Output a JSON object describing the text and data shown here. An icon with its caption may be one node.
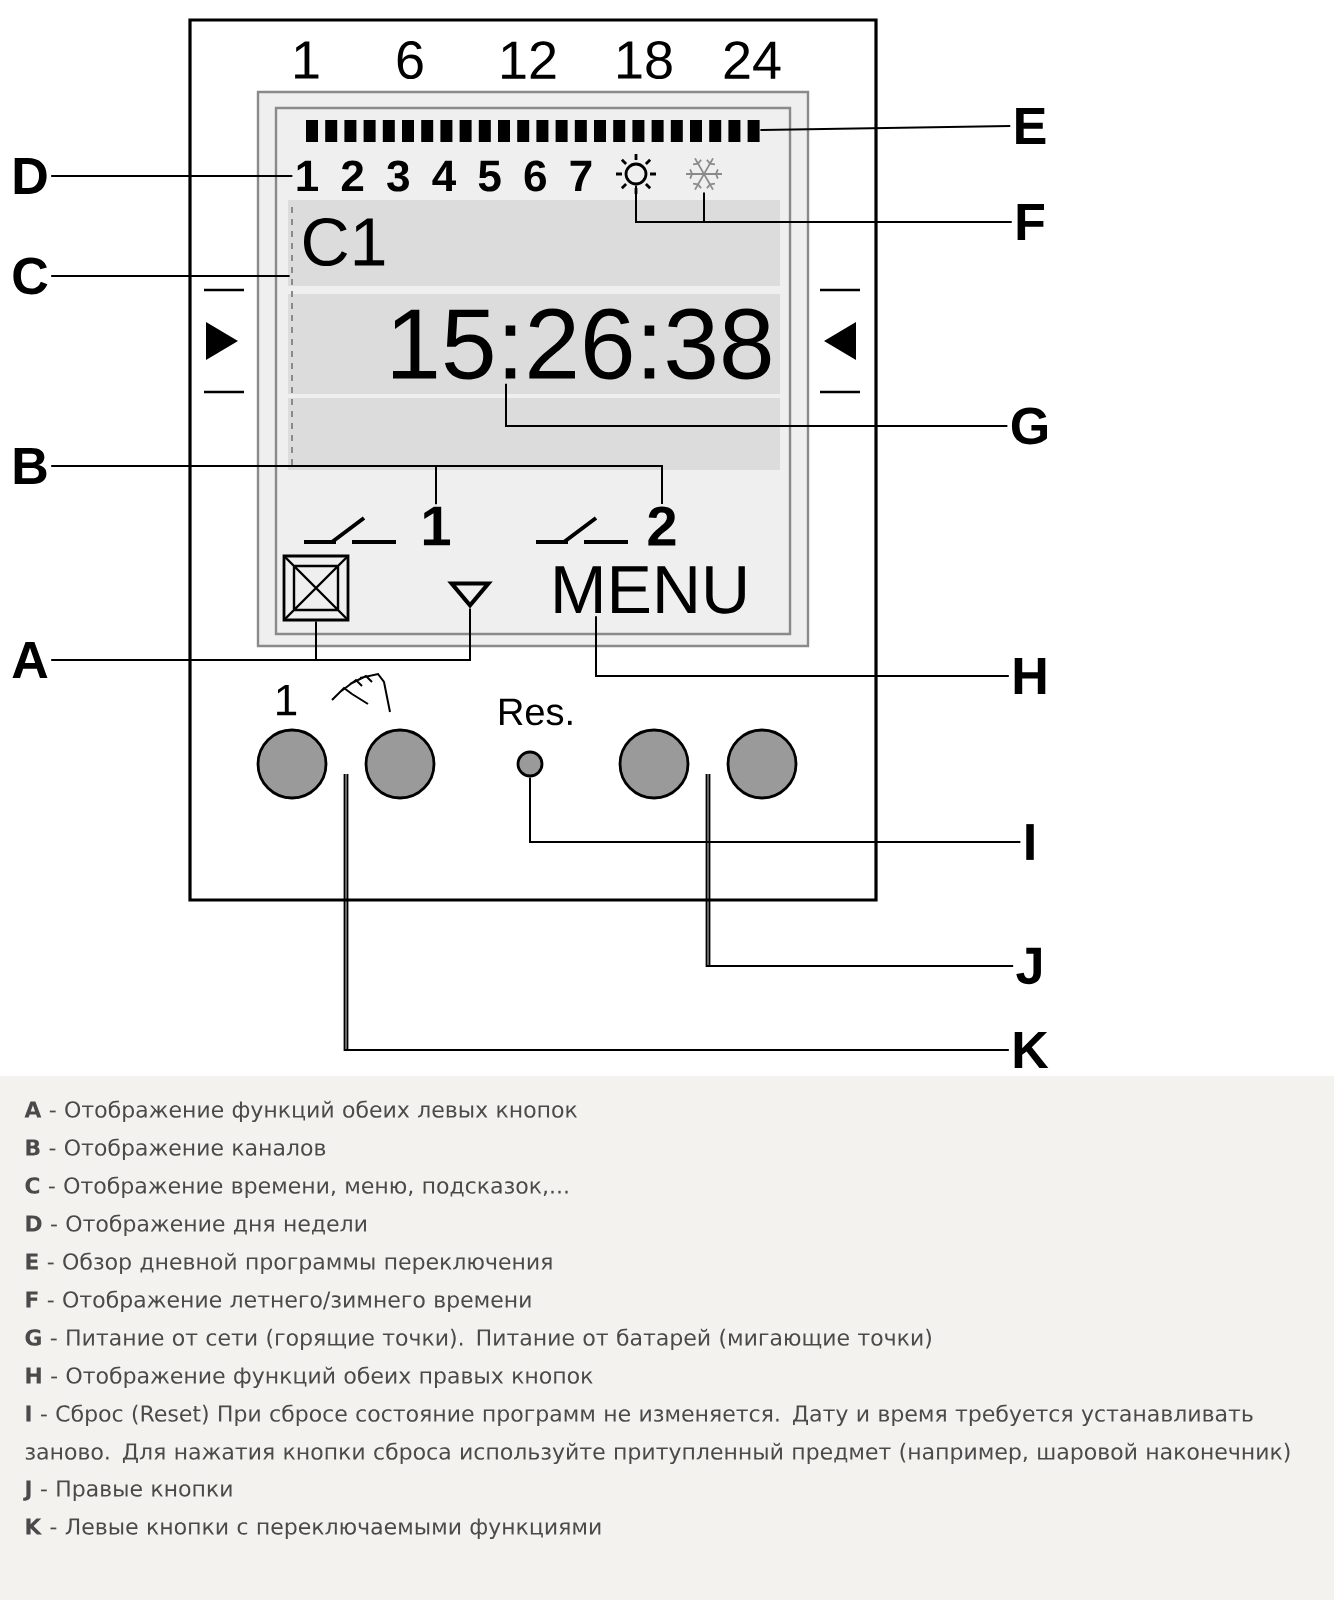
{
  "diagram": {
    "nodes": [
      {
        "text": [
          "A"
        ]
      },
      {
        "text": [
          "B"
        ]
      },
      {
        "text": [
          "C"
        ]
      },
      {
        "text": [
          "D"
        ]
      },
      {
        "text": [
          "E"
        ]
      },
      {
        "text": [
          "F"
        ]
      },
      {
        "text": [
          "G"
        ]
      },
      {
        "text": [
          "H"
        ]
      },
      {
        "text": [
          "I"
        ]
      },
      {
        "text": [
          "J"
        ]
      },
      {
        "text": [
          "K"
        ]
      },
      {
        "text": [],
        "shape": "bar"
      },
      {
        "text": [
          "1 2 3 4 5 6 7"
        ]
      },
      {
        "text": [],
        "shape": "circle"
      },
      {
        "text": [],
        "shape": "picture"
      },
      {
        "text": [
          "15:26:38"
        ]
      },
      {
        "text": [
          "1"
        ]
      },
      {
        "text": [
          "2"
        ]
      },
      {
        "text": [],
        "shape": "box"
      },
      {
        "text": [],
        "shape": "triangle"
      },
      {
        "text": [
          "MENU"
        ]
      },
      {
        "text": [],
        "shape": "circle",
        "beside": [
          "Res."
        ]
      },
      {
        "text": [],
        "shape": "circle"
      },
      {
        "text": [],
        "shape": "circle"
      },
      {
        "text": [],
        "shape": "circle"
      },
      {
        "text": [],
        "shape": "circle"
      },
      {
        "text": [],
        "shape": "bar"
      }
    ],
    "edges": [
      {
        "from": 0,
        "to": 18,
        "arrow": "none"
      },
      {
        "from": 0,
        "to": 19,
        "arrow": "none"
      },
      {
        "from": 1,
        "to": 16,
        "arrow": "none"
      },
      {
        "from": 1,
        "to": 17,
        "arrow": "none"
      },
      {
        "from": 2,
        "to": 26,
        "arrow": "none"
      },
      {
        "from": 3,
        "to": 12,
        "arrow": "none"
      },
      {
        "from": 4,
        "to": 11,
        "arrow": "none"
      },
      {
        "from": 5,
        "to": 13,
        "arrow": "none"
      },
      {
        "from": 5,
        "to": 14,
        "arrow": "none"
      },
      {
        "from": 6,
        "to": 15,
        "arrow": "none"
      },
      {
        "from": 7,
        "to": 20,
        "arrow": "none"
      },
      {
        "from": 8,
        "to": 21,
        "arrow": "none"
      },
      {
        "from": 9,
        "to": 24,
        "arrow": "none"
      },
      {
        "from": 9,
        "to": 25,
        "arrow": "none"
      },
      {
        "from": 10,
        "to": 22,
        "arrow": "none"
      },
      {
        "from": 10,
        "to": 23,
        "arrow": "none"
      }
    ],
    "labels": [
      "1",
      "6",
      "12",
      "18",
      "24",
      "C1",
      "1",
      "**A** - Отображение функций обеих левых кнопок",
      "**B** - Отображение каналов",
      "**C** - Отображение времени, меню, подсказок,...",
      "**D** - Отображение дня недели",
      "**E** - Обзор дневной программы переключения",
      "**F** - Отображение летнего/зимнего времени",
      "**G** - Питание от сети (горящие точки). Питание от батарей (мигающие точки)",
      "**H** - Отображение функций обеих правых кнопок",
      "**I** - Сброс (Reset) При сбросе состояние программ не изменяется. Дату и время требуется устанавливать заново. Для нажатия кнопки сброса используйте притупленный предмет (например, шаровой наконечник)",
      "**J** - Правые кнопки",
      "**K** - Левые кнопки с переключаемыми функциями"
    ]
  }
}
